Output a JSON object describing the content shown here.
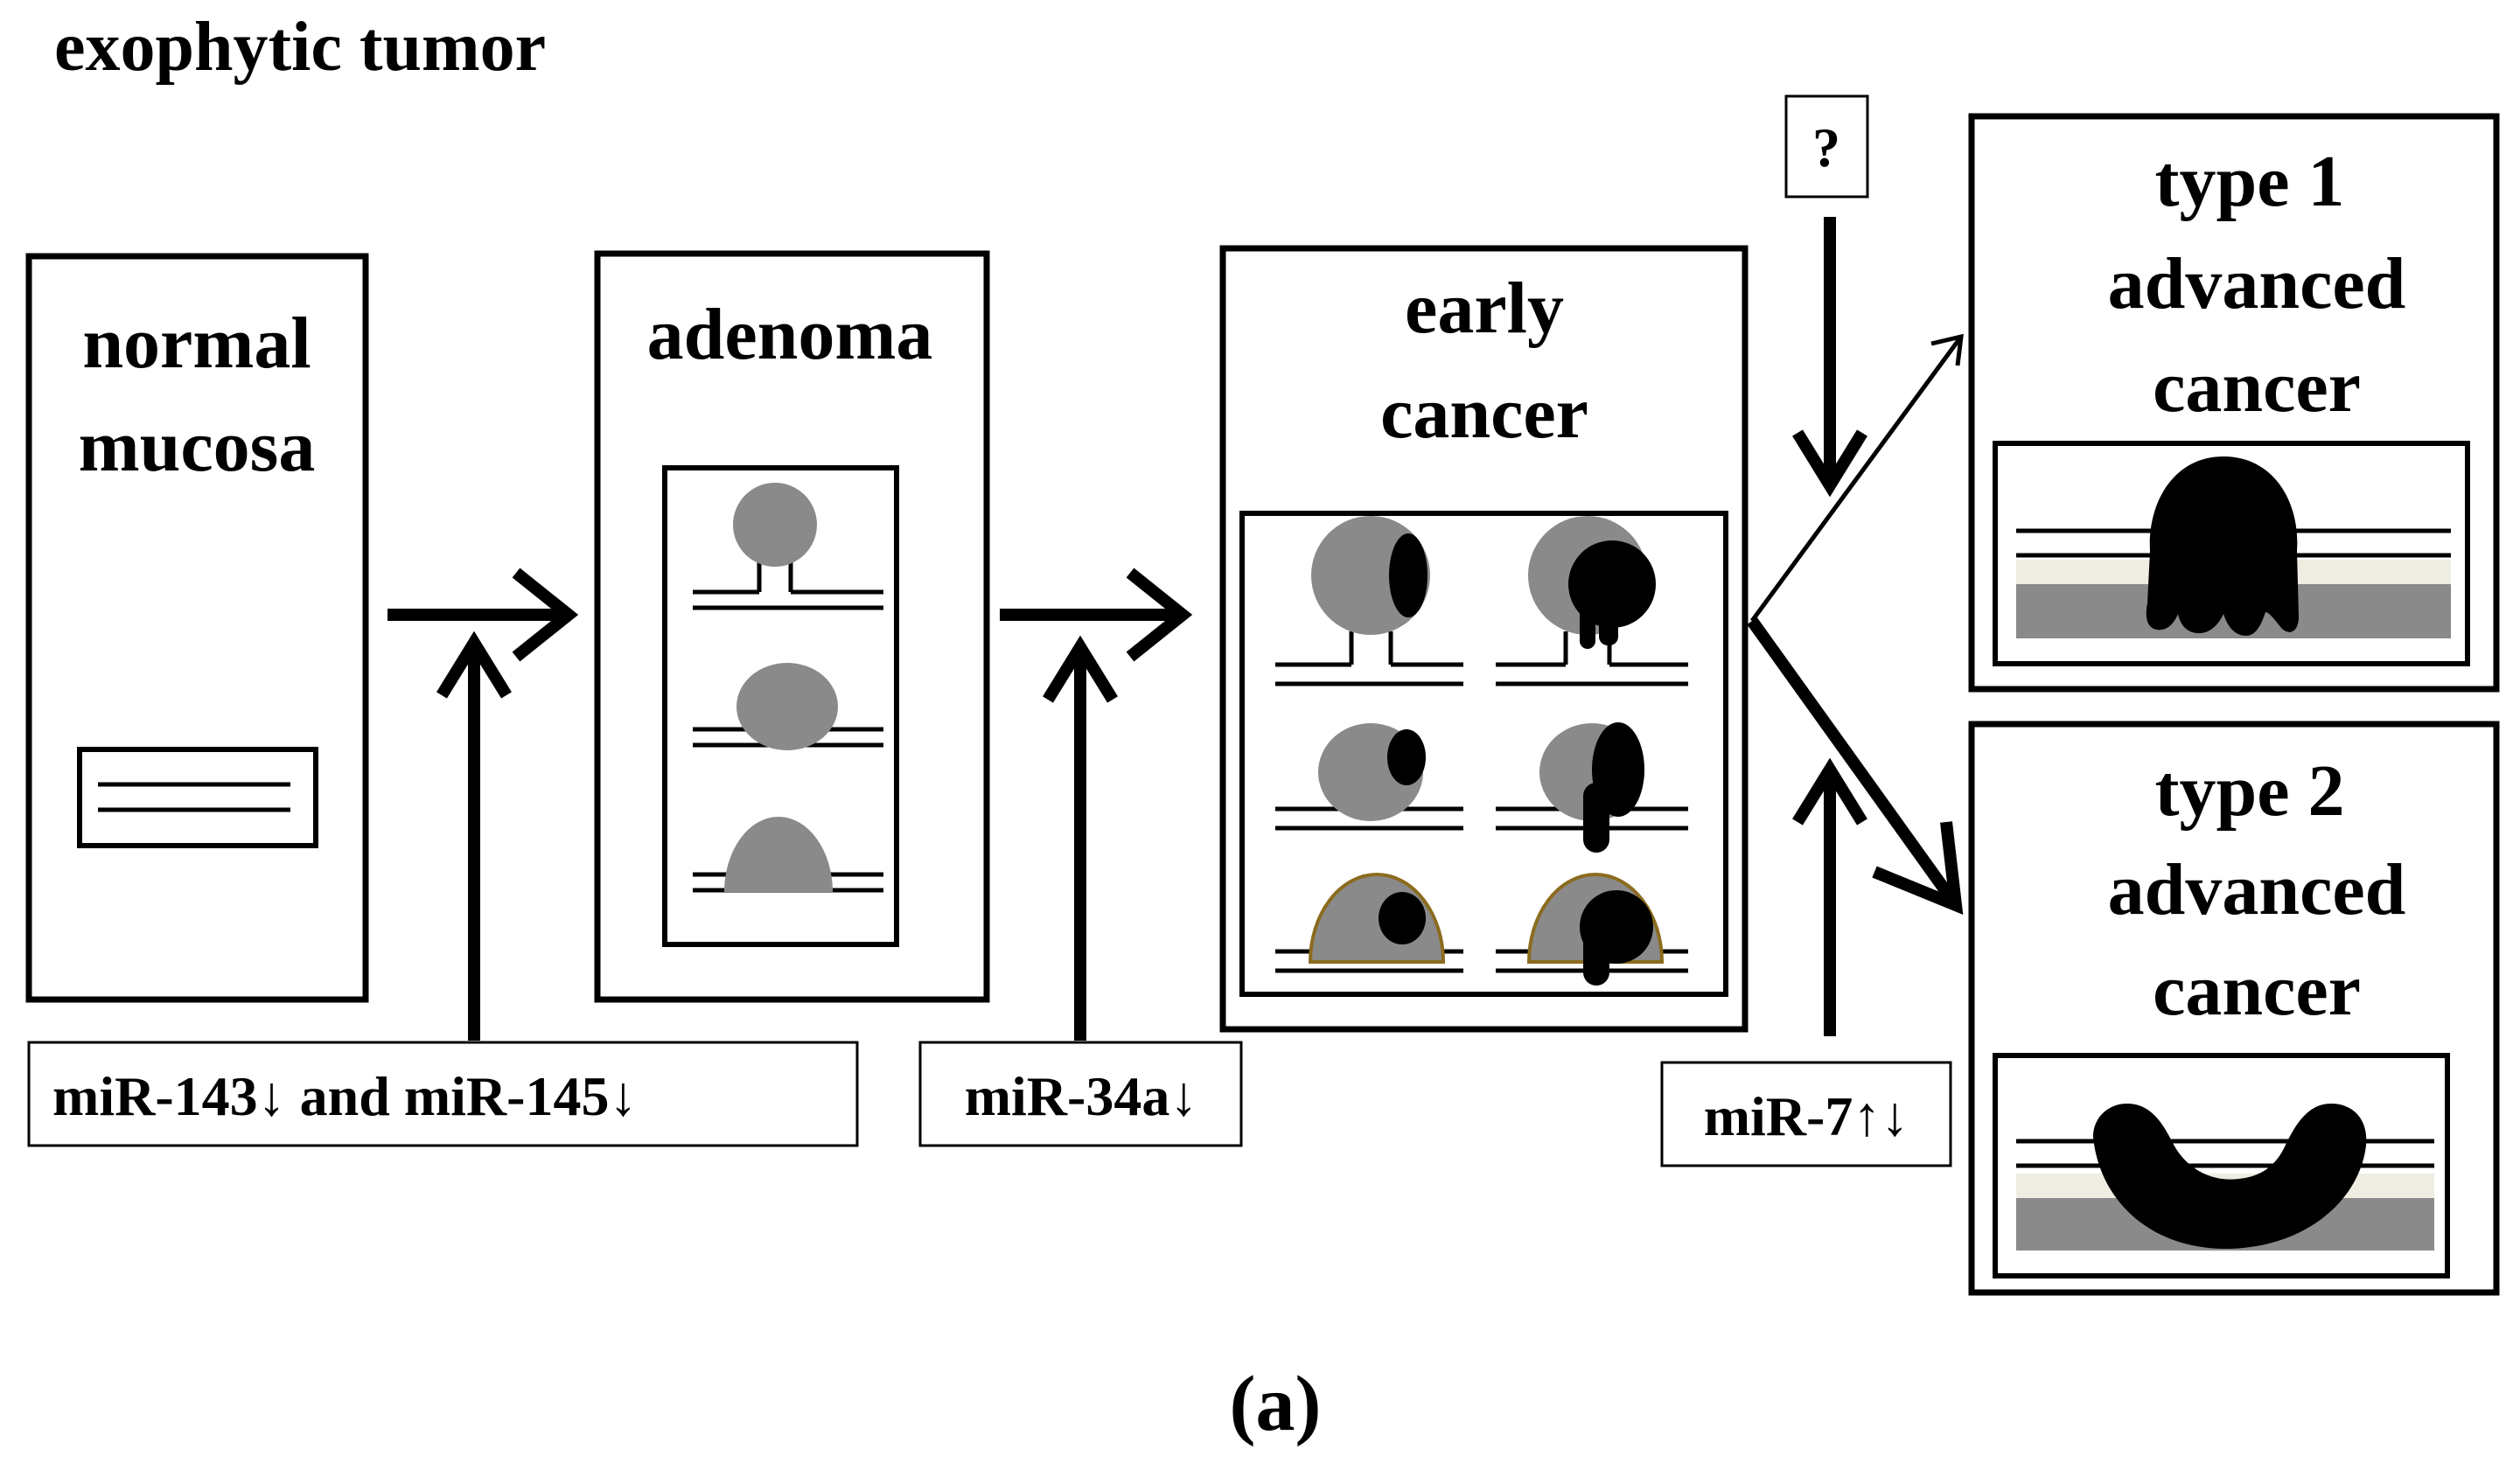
{
  "heading": "exophytic tumor",
  "stages": {
    "normal": {
      "line1": "normal",
      "line2": "mucosa"
    },
    "adenoma": {
      "label": "adenoma"
    },
    "early": {
      "line1": "early",
      "line2": "cancer"
    },
    "type1": {
      "line1": "type 1",
      "line2": "advanced",
      "line3": "cancer"
    },
    "type2": {
      "line1": "type 2",
      "line2": "advanced",
      "line3": "cancer"
    }
  },
  "mirna": {
    "m143_145": "miR-143↓ and miR-145↓",
    "m34a": "miR-34a↓",
    "m7": "miR-7↑↓",
    "unknown": "?"
  },
  "caption": "(a)",
  "colors": {
    "lesion_gray": "#8a8a8a",
    "tumor_black": "#000000",
    "submucosa_beige": "#efece2",
    "muscle_gray": "#8a8a8a",
    "outline_brown": "#8b6b1e"
  }
}
